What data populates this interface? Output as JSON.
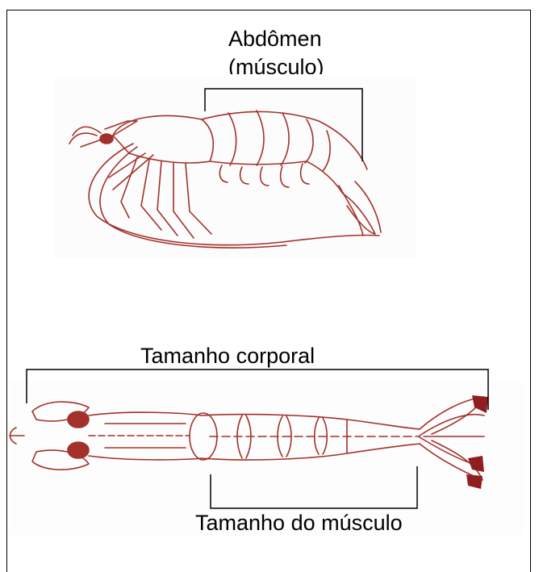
{
  "labels": {
    "abdomen_line1": "Abdômen",
    "abdomen_line2": "(músculo)",
    "body_size": "Tamanho corporal",
    "muscle_size": "Tamanho do músculo"
  },
  "colors": {
    "shrimp_outline": "#a3302a",
    "eye_fill": "#a3302a",
    "bracket": "#000000"
  }
}
